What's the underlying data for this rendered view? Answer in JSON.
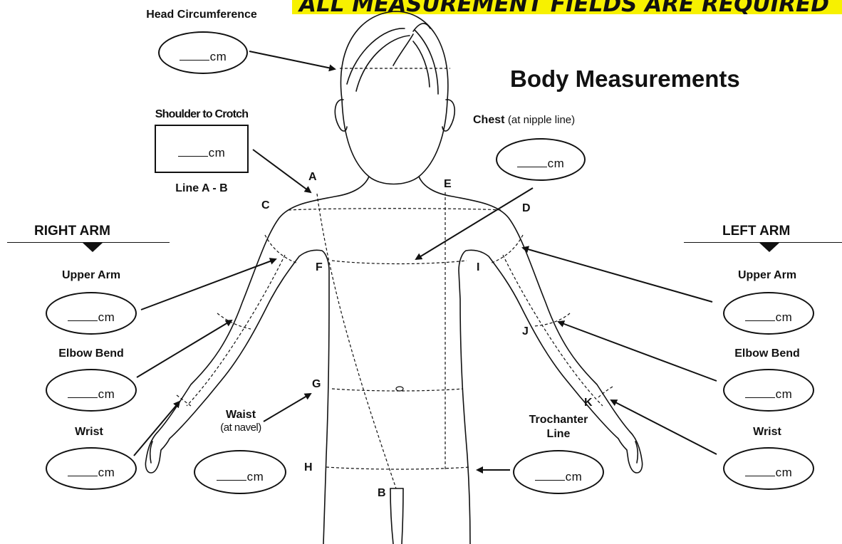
{
  "banner": "ALL MEASUREMENT FIELDS ARE REQUIRED",
  "title": "Body Measurements",
  "unit": "cm",
  "head": {
    "label": "Head Circumference"
  },
  "shoulder_crotch": {
    "label": "Shoulder to Crotch",
    "sublabel": "Line A - B"
  },
  "chest": {
    "label": "Chest",
    "note": "(at nipple line)"
  },
  "right_arm": {
    "header": "RIGHT ARM",
    "upper": "Upper Arm",
    "elbow": "Elbow Bend",
    "wrist": "Wrist"
  },
  "left_arm": {
    "header": "LEFT ARM",
    "upper": "Upper Arm",
    "elbow": "Elbow Bend",
    "wrist": "Wrist"
  },
  "waist": {
    "label": "Waist",
    "note": "(at navel)"
  },
  "trochanter": {
    "label_line1": "Trochanter",
    "label_line2": "Line"
  },
  "points": {
    "a": "A",
    "b": "B",
    "c": "C",
    "d": "D",
    "e": "E",
    "f": "F",
    "g": "G",
    "h": "H",
    "i": "I",
    "j": "J",
    "k": "K"
  }
}
